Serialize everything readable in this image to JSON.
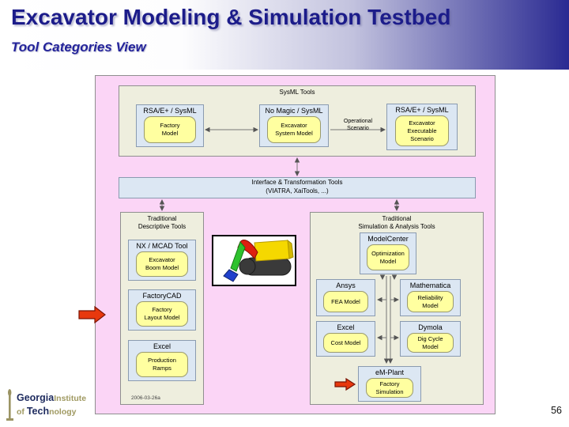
{
  "header": {
    "title": "Excavator Modeling & Simulation Testbed",
    "subtitle": "Tool Categories View"
  },
  "footer": {
    "page_number": "56",
    "logo": {
      "georgia": "Georgia",
      "institute": "Institute",
      "of": "of ",
      "tech": "Tech",
      "nology": "nology"
    }
  },
  "colors": {
    "header_navy": "#2a2a92",
    "title_text": "#1c1c8a",
    "panel_pink": "#fbd5f6",
    "container_beige": "#eeeede",
    "toolbox_blue": "#dce7f3",
    "model_yellow": "#ffffa0",
    "flow_arrow_red": "#e8380d"
  },
  "diagram": {
    "sysml": {
      "label": "SysML Tools",
      "tool1": {
        "name": "RSA/E+ / SysML",
        "model": "Factory\nModel"
      },
      "tool2": {
        "name": "No Magic / SysML",
        "model": "Excavator\nSystem Model"
      },
      "tool3": {
        "name": "RSA/E+ / SysML",
        "model": "Excavator\nExecutable\nScenario"
      },
      "edge_label_line1": "Operational",
      "edge_label_line2": "Scenario"
    },
    "interface": {
      "line1": "Interface & Transformation Tools",
      "line2": "(VIATRA, XaiTools, ...)"
    },
    "descriptive": {
      "label_line1": "Traditional",
      "label_line2": "Descriptive Tools",
      "tool1": {
        "name": "NX / MCAD Tool",
        "model": "Excavator\nBoom Model"
      },
      "tool2": {
        "name": "FactoryCAD",
        "model": "Factory\nLayout Model"
      },
      "tool3": {
        "name": "Excel",
        "model": "Production\nRamps"
      },
      "date_stamp": "2006-03-26a"
    },
    "simulation": {
      "label_line1": "Traditional",
      "label_line2": "Simulation & Analysis Tools",
      "tool1": {
        "name": "ModelCenter",
        "model": "Optimization\nModel"
      },
      "tool2": {
        "name": "Ansys",
        "model": "FEA Model"
      },
      "tool3": {
        "name": "Mathematica",
        "model": "Reliability\nModel"
      },
      "tool4": {
        "name": "Excel",
        "model": "Cost Model"
      },
      "tool5": {
        "name": "Dymola",
        "model": "Dig Cycle\nModel"
      },
      "tool6": {
        "name": "eM-Plant",
        "model": "Factory\nSimulation"
      }
    }
  }
}
